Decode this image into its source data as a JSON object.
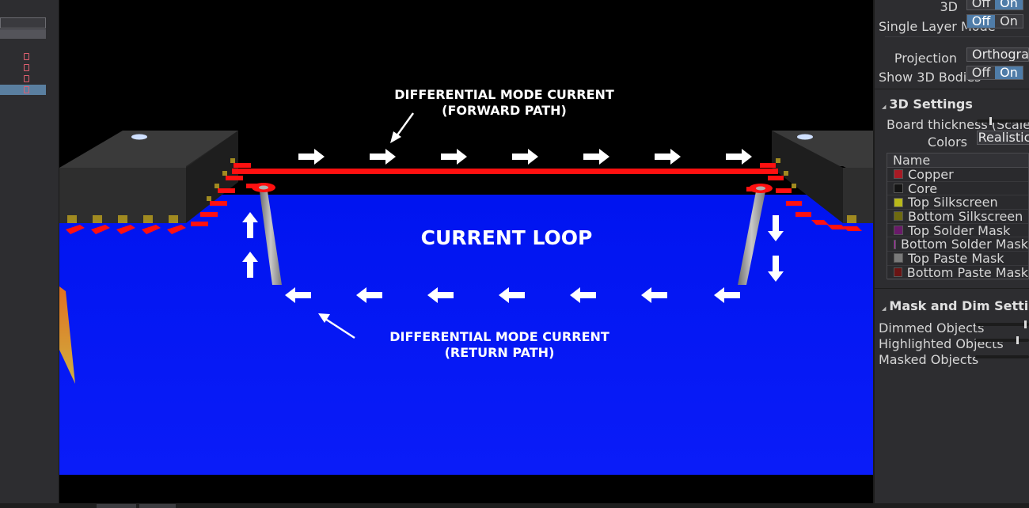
{
  "annotations": {
    "forward_line1": "DIFFERENTIAL MODE CURRENT",
    "forward_line2": "(FORWARD PATH)",
    "loop": "CURRENT LOOP",
    "return_line1": "DIFFERENTIAL MODE CURRENT",
    "return_line2": "(RETURN PATH)"
  },
  "panel": {
    "view": {
      "d3_label": "3D",
      "d3_off": "Off",
      "d3_on": "On",
      "single_layer_label": "Single Layer Mode",
      "single_off": "Off",
      "single_on": "On",
      "projection_label": "Projection",
      "projection_value": "Orthographic",
      "show3d_label": "Show 3D Bodies",
      "show3d_off": "Off",
      "show3d_on": "On"
    },
    "settings3d": {
      "title": "3D Settings",
      "board_thickness_label": "Board thickness (Scale)",
      "board_thickness_value": 0.25,
      "colors_label": "Colors",
      "colors_button": "Realistic",
      "table_header": "Name",
      "layers": [
        {
          "name": "Copper",
          "color": "#a81a24"
        },
        {
          "name": "Core",
          "color": "#141414"
        },
        {
          "name": "Top Silkscreen",
          "color": "#b8b81a"
        },
        {
          "name": "Bottom Silkscreen",
          "color": "#6e6a10"
        },
        {
          "name": "Top Solder Mask",
          "color": "#6a1a6a"
        },
        {
          "name": "Bottom Solder Mask",
          "color": "#b020b0"
        },
        {
          "name": "Top Paste Mask",
          "color": "#7a7a7a"
        },
        {
          "name": "Bottom Paste Mask",
          "color": "#6a1414"
        }
      ]
    },
    "mask": {
      "title": "Mask and Dim Settings",
      "dimmed_label": "Dimmed Objects",
      "dimmed_value": 0.95,
      "highlighted_label": "Highlighted Objects",
      "highlighted_value": 0.8,
      "masked_label": "Masked Objects",
      "masked_value": 0.0
    }
  }
}
